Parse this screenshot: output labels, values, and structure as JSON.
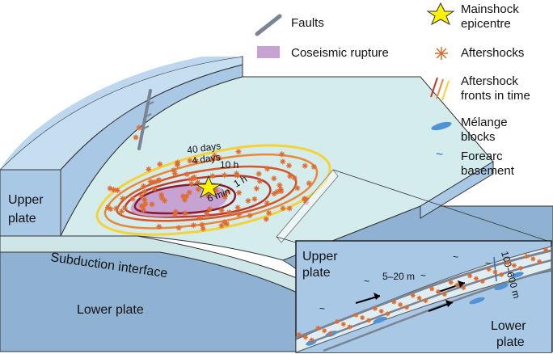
{
  "legend": {
    "faults": "Faults",
    "coseismic": "Coseismic rupture",
    "mainshock_l1": "Mainshock",
    "mainshock_l2": "epicentre",
    "aftershocks": "Aftershocks",
    "fronts_l1": "Aftershock",
    "fronts_l2": "fronts in time",
    "melange_l1": "Mélange",
    "melange_l2": "blocks",
    "forearc_l1": "Forearc",
    "forearc_l2": "basement"
  },
  "block": {
    "upper_plate_l1": "Upper",
    "upper_plate_l2": "plate",
    "subduction_interface": "Subduction interface",
    "lower_plate": "Lower plate"
  },
  "fronts": {
    "d40": "40 days",
    "d4": "4 days",
    "h10": "10 h",
    "h1": "1 h",
    "m6": "6 min"
  },
  "inset": {
    "upper_l1": "Upper",
    "upper_l2": "plate",
    "lower_l1": "Lower",
    "lower_l2": "plate",
    "thin_width": "5–20 m",
    "zone_width": "100–600 m"
  },
  "colors": {
    "upper_top": "#d4ecec",
    "upper_side": "#a8c8e6",
    "interface": "#cfe6e8",
    "lower_side": "#8fb2d2",
    "rupture": "#c7a3d3",
    "aftershock": "#e06a2e",
    "front_yellow": "#f5d23a",
    "front_orange": "#e8893a",
    "front_red": "#c0392b",
    "front_dark": "#8c1a2e",
    "star": "#fff200",
    "fault": "#7a8494"
  }
}
